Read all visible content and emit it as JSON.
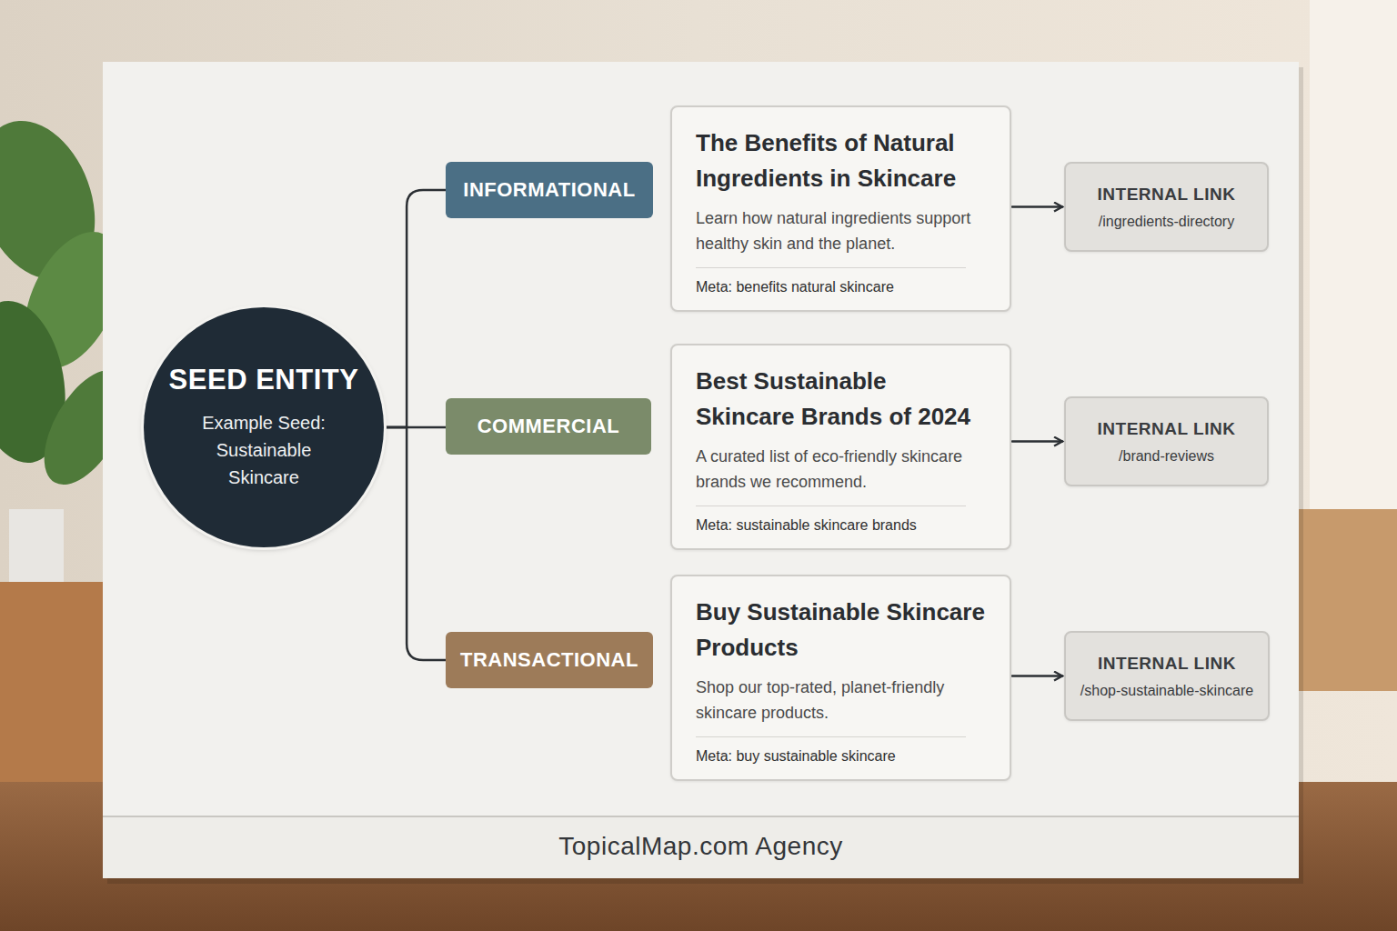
{
  "diagram": {
    "nodes": [
      {
        "text": [
          "SEED ENTITY",
          "Example Seed: Sustainable Skincare"
        ]
      },
      {
        "text": [
          "INFORMATIONAL"
        ]
      },
      {
        "text": [
          "The Benefits of Natural Ingredients in Skincare",
          "Learn how natural ingredients support healthy skin and the planet.",
          "Meta: benefits natural skincare"
        ]
      },
      {
        "text": [
          "INTERNAL LINK",
          "/ingredients-directory"
        ]
      },
      {
        "text": [
          "COMMERCIAL"
        ]
      },
      {
        "text": [
          "Best Sustainable Skincare Brands of 2024",
          "A curated list of eco-friendly skincare brands we recommend.",
          "Meta: sustainable skincare brands"
        ]
      },
      {
        "text": [
          "INTERNAL LINK",
          "/brand-reviews"
        ]
      },
      {
        "text": [
          "TRANSACTIONAL"
        ]
      },
      {
        "text": [
          "Buy Sustainable Skincare Products",
          "Shop our top-rated, planet-friendly skincare products.",
          "Meta: buy sustainable skincare"
        ]
      },
      {
        "text": [
          "INTERNAL LINK",
          "/shop-sustainable-skincare"
        ]
      }
    ],
    "edges": [
      {
        "from": 0,
        "to": 1,
        "arrow": "none"
      },
      {
        "from": 0,
        "to": 4,
        "arrow": "none"
      },
      {
        "from": 0,
        "to": 7,
        "arrow": "none"
      },
      {
        "from": 2,
        "to": 3,
        "arrow": "to"
      },
      {
        "from": 5,
        "to": 6,
        "arrow": "to"
      },
      {
        "from": 8,
        "to": 9,
        "arrow": "to"
      }
    ],
    "labels": [
      "TopicalMap.com Agency"
    ]
  }
}
